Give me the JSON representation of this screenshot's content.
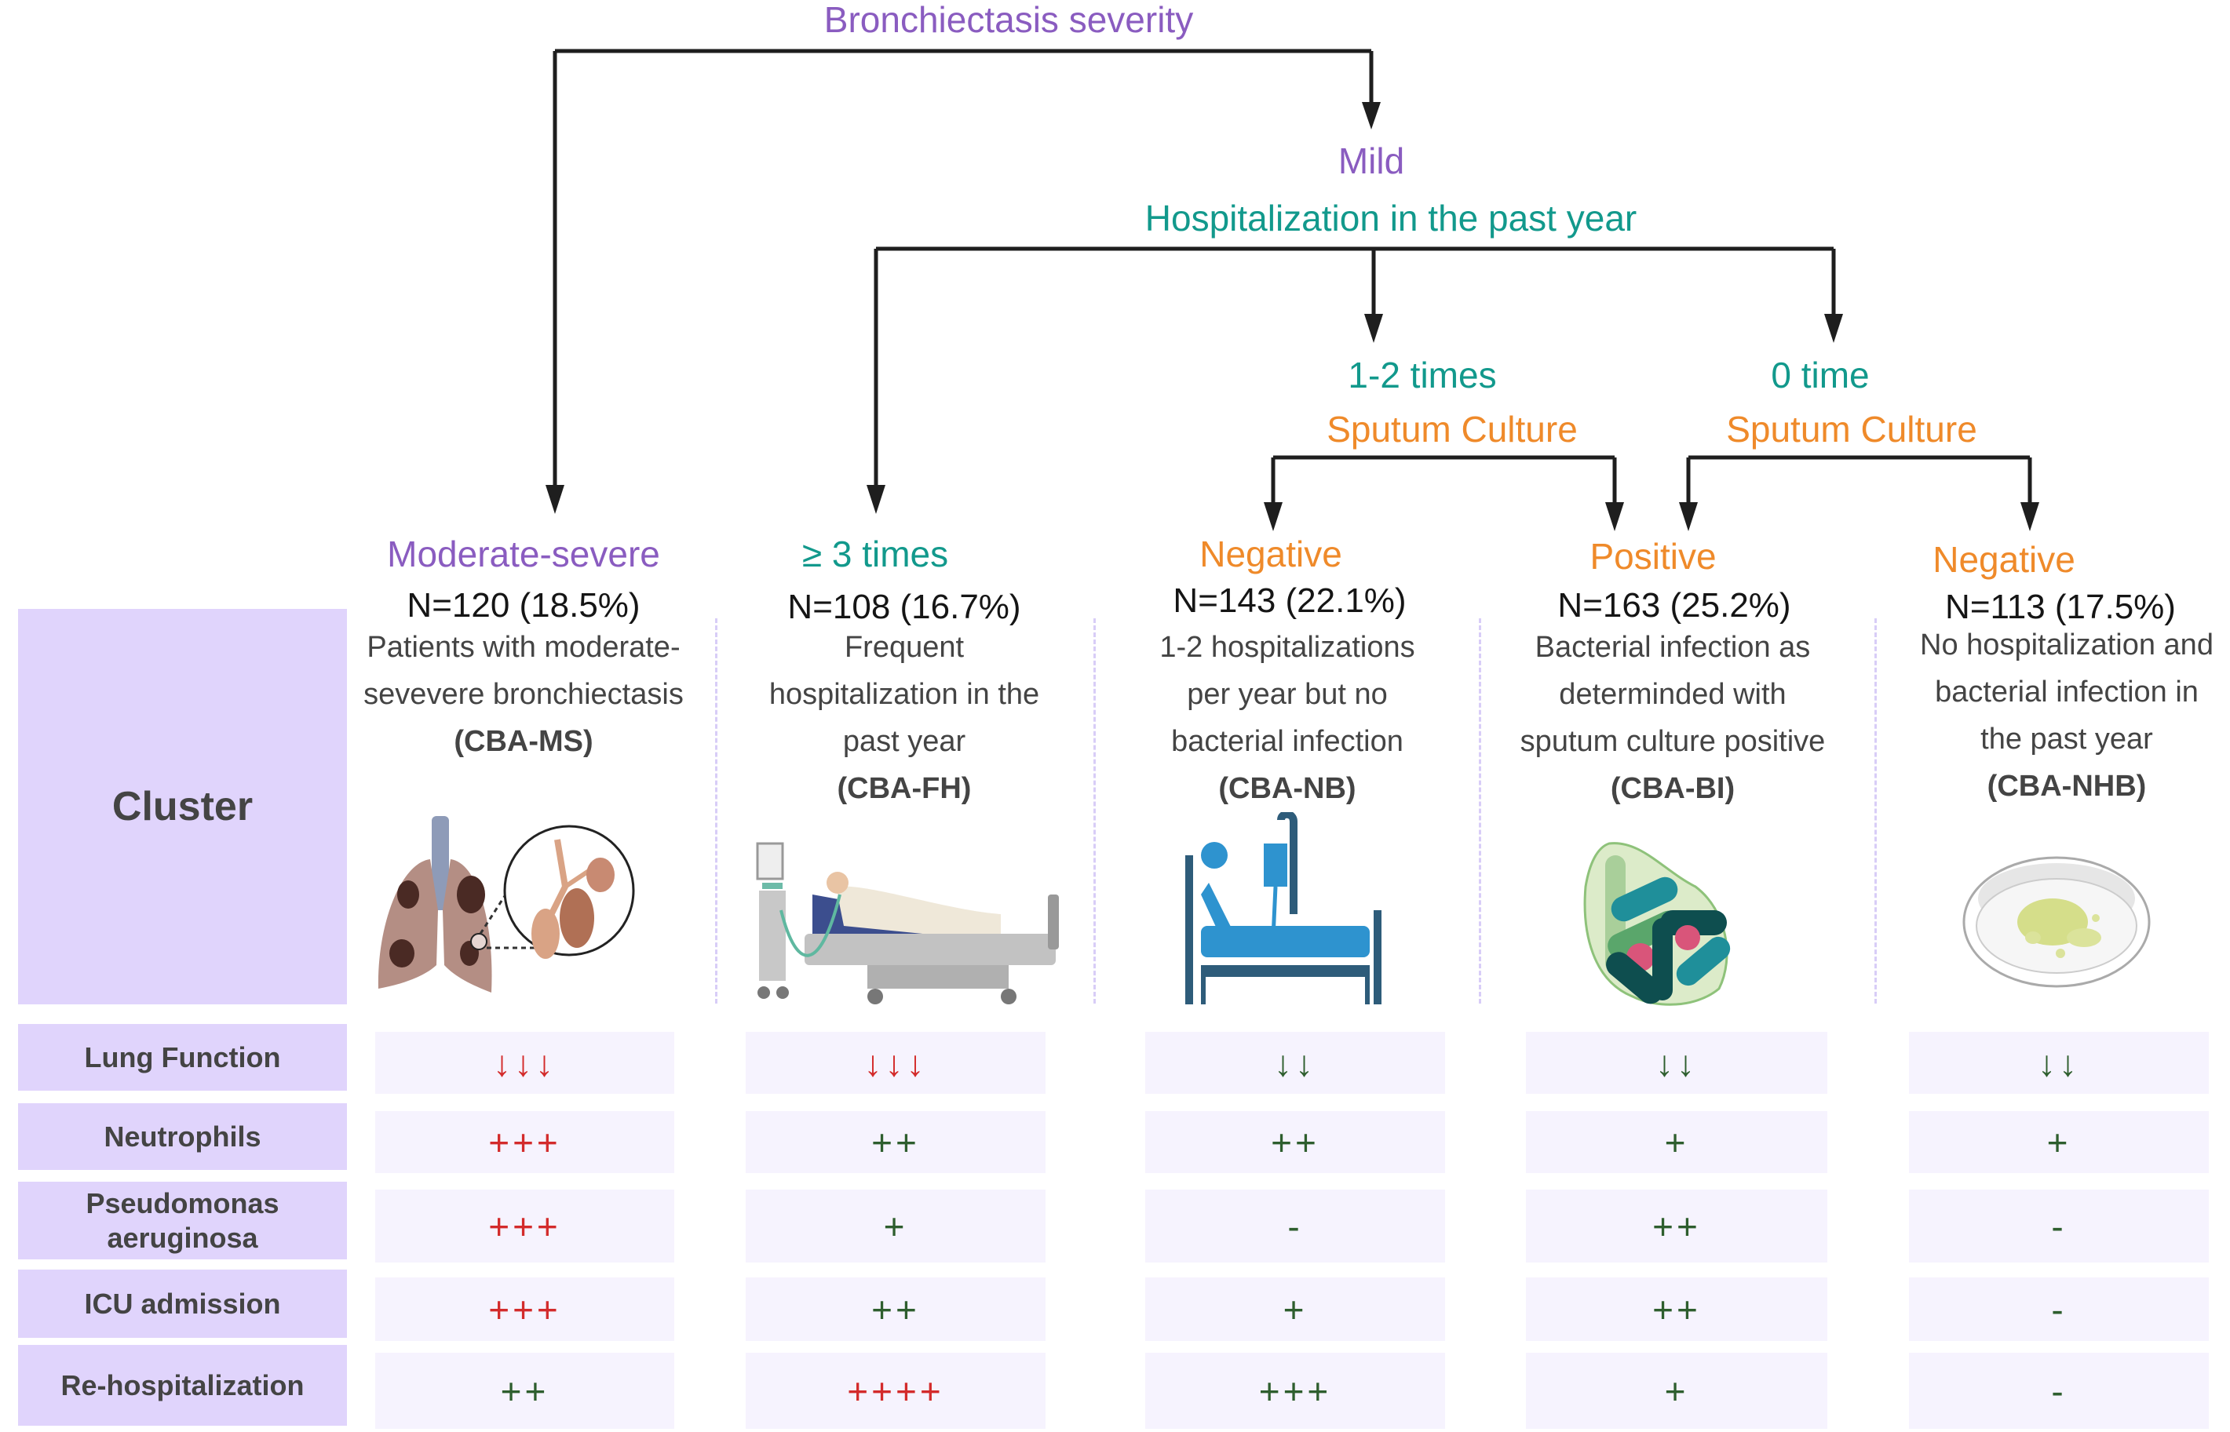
{
  "tree": {
    "root": "Bronchiectasis severity",
    "mild": "Mild",
    "hospitalization": "Hospitalization in the past year",
    "one_two_times": "1-2 times",
    "zero_time": "0 time",
    "sputum_culture_1": "Sputum Culture",
    "sputum_culture_2": "Sputum Culture"
  },
  "colors": {
    "severity": "#8a5cc0",
    "hospitalization": "#12998c",
    "sputum": "#ef8a2a",
    "increase_severe": "#d32b2b",
    "mild_change": "#2e5e2e",
    "label_bg": "#e0d4fc",
    "cell_bg": "#f6f3fe"
  },
  "row_header": "Cluster",
  "clusters": [
    {
      "branch": "Moderate-severe",
      "n": "N=120 (18.5%)",
      "desc": [
        "Patients with moderate-",
        "sevevere bronchiectasis"
      ],
      "code": "(CBA-MS)",
      "icon": "lung-icon"
    },
    {
      "branch": "≥ 3 times",
      "n": "N=108 (16.7%)",
      "desc": [
        "Frequent",
        "hospitalization in the",
        "past year"
      ],
      "code": "(CBA-FH)",
      "icon": "hospital-bed-ventilator-icon"
    },
    {
      "branch": "Negative",
      "n": "N=143 (22.1%)",
      "desc": [
        "1-2 hospitalizations",
        "per year but no",
        "bacterial infection"
      ],
      "code": "(CBA-NB)",
      "icon": "patient-in-bed-icon"
    },
    {
      "branch": "Positive",
      "n": "N=163 (25.2%)",
      "desc": [
        "Bacterial infection as",
        "determinded with",
        "sputum culture positive"
      ],
      "code": "(CBA-BI)",
      "icon": "bacteria-icon"
    },
    {
      "branch": "Negative",
      "n": "N=113 (17.5%)",
      "desc": [
        "No hospitalization and",
        "bacterial infection in",
        "the past year"
      ],
      "code": "(CBA-NHB)",
      "icon": "petri-dish-icon"
    }
  ],
  "features": [
    {
      "label": "Lung Function",
      "values": [
        {
          "v": "↓↓↓",
          "tone": "red"
        },
        {
          "v": "↓↓↓",
          "tone": "red"
        },
        {
          "v": "↓↓",
          "tone": "green"
        },
        {
          "v": "↓↓",
          "tone": "green"
        },
        {
          "v": "↓↓",
          "tone": "green"
        }
      ]
    },
    {
      "label": "Neutrophils",
      "values": [
        {
          "v": "+++",
          "tone": "red"
        },
        {
          "v": "++",
          "tone": "green"
        },
        {
          "v": "++",
          "tone": "green"
        },
        {
          "v": "+",
          "tone": "green"
        },
        {
          "v": "+",
          "tone": "green"
        }
      ]
    },
    {
      "label": "Pseudomonas aeruginosa",
      "values": [
        {
          "v": "+++",
          "tone": "red"
        },
        {
          "v": "+",
          "tone": "green"
        },
        {
          "v": "-",
          "tone": "green"
        },
        {
          "v": "++",
          "tone": "green"
        },
        {
          "v": "-",
          "tone": "green"
        }
      ]
    },
    {
      "label": "ICU admission",
      "values": [
        {
          "v": "+++",
          "tone": "red"
        },
        {
          "v": "++",
          "tone": "green"
        },
        {
          "v": "+",
          "tone": "green"
        },
        {
          "v": "++",
          "tone": "green"
        },
        {
          "v": "-",
          "tone": "green"
        }
      ]
    },
    {
      "label": "Re-hospitalization",
      "values": [
        {
          "v": "++",
          "tone": "green"
        },
        {
          "v": "++++",
          "tone": "red"
        },
        {
          "v": "+++",
          "tone": "green"
        },
        {
          "v": "+",
          "tone": "green"
        },
        {
          "v": "-",
          "tone": "green"
        }
      ]
    }
  ]
}
